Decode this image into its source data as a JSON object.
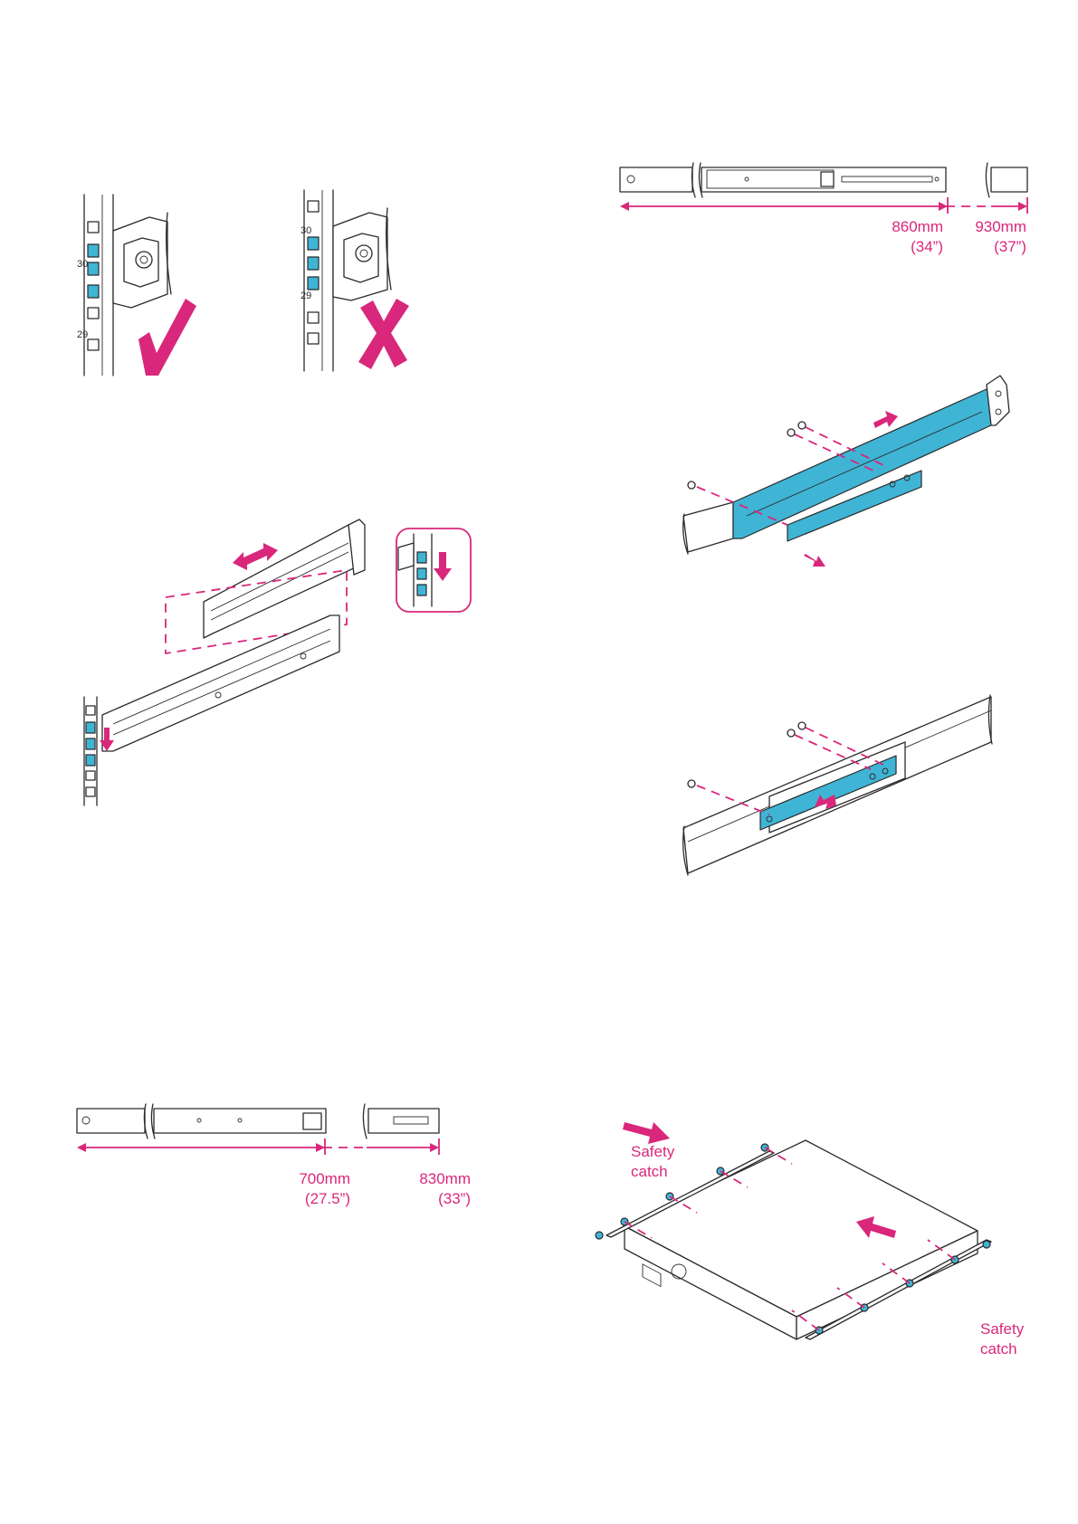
{
  "rail_short": {
    "min_length": "700mm",
    "min_length_in": "(27.5”)",
    "max_length": "830mm",
    "max_length_in": "(33”)"
  },
  "rail_long": {
    "min_length": "860mm",
    "min_length_in": "(34”)",
    "max_length": "930mm",
    "max_length_in": "(37”)"
  },
  "rack_units": {
    "upper": "30",
    "lower": "29"
  },
  "device": {
    "catch_left_line1": "Safety",
    "catch_left_line2": "catch",
    "catch_right_line1": "Safety",
    "catch_right_line2": "catch"
  },
  "colors": {
    "accent": "#d9277b",
    "highlight": "#3fb4d5",
    "line": "#2b2b2b"
  }
}
